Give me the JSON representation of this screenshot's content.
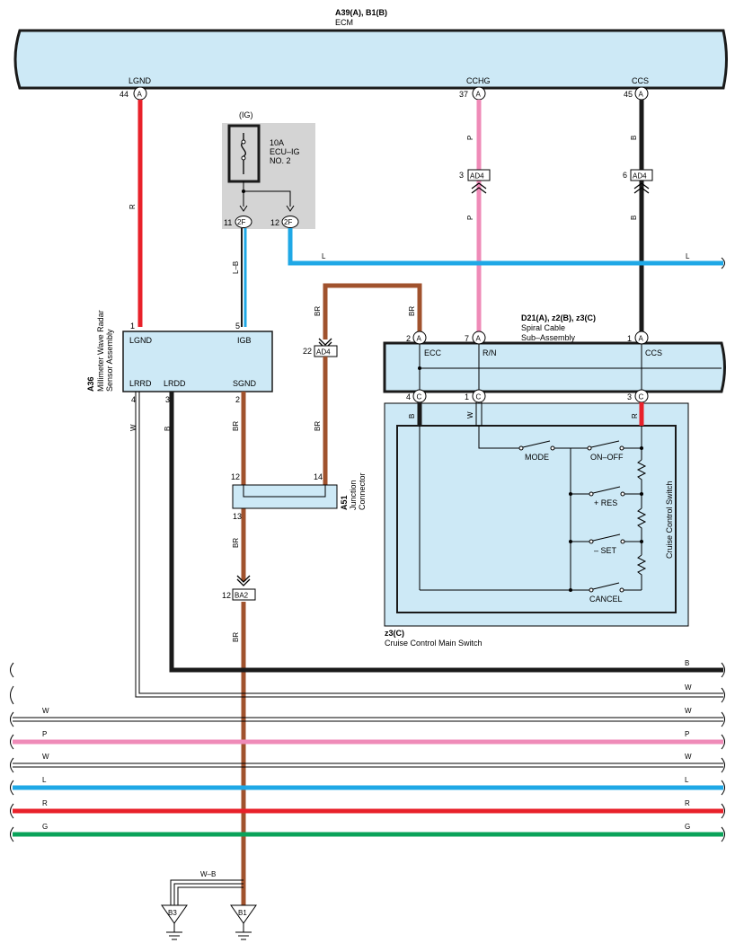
{
  "colors": {
    "ecm_fill": "#cde9f6",
    "box_fill": "#cde9f6",
    "fuse_fill": "#d4d4d4",
    "red": "#e8212a",
    "pink": "#ef8bb8",
    "black": "#1a1a1a",
    "blue": "#1fa8e6",
    "brown": "#a0522d",
    "green": "#0aa35a",
    "white_wire": "#ffffff"
  },
  "ecm": {
    "title": "A39(A), B1(B)",
    "name": "ECM"
  },
  "ecm_pins": [
    {
      "label": "LGND",
      "num": "44",
      "conn": "A"
    },
    {
      "label": "CCHG",
      "num": "37",
      "conn": "A"
    },
    {
      "label": "CCS",
      "num": "45",
      "conn": "A"
    }
  ],
  "fuse": {
    "supply": "(IG)",
    "rating": "10A",
    "name1": "ECU–IG",
    "name2": "NO. 2",
    "pin1_num": "11",
    "pin1": "2F",
    "pin2_num": "12",
    "pin2": "2F"
  },
  "ad4_top": [
    {
      "num": "3",
      "label": "AD4"
    },
    {
      "num": "6",
      "label": "AD4"
    }
  ],
  "wire_colors": {
    "r": "R",
    "p": "P",
    "b": "B",
    "l": "L",
    "lb": "L–B",
    "br": "BR",
    "w": "W",
    "wb": "W–B",
    "g": "G"
  },
  "radar": {
    "id": "A36",
    "name1": "Millimeter Wave Radar",
    "name2": "Sensor Assembly",
    "pins": {
      "lgnd": "LGND",
      "igb": "IGB",
      "lrrd": "LRRD",
      "lrdd": "LRDD",
      "sgnd": "SGND"
    },
    "nums": {
      "lgnd": "1",
      "igb": "5",
      "lrrd": "4",
      "lrdd": "3",
      "sgnd": "2"
    }
  },
  "spiral": {
    "title": "D21(A), z2(B), z3(C)",
    "name1": "Spiral Cable",
    "name2": "Sub–Assembly",
    "pins": {
      "ecc": "ECC",
      "rn": "R/N",
      "ccs": "CCS"
    },
    "top_nums": [
      "2",
      "7",
      "1"
    ],
    "bot_nums": [
      "4",
      "1",
      "3"
    ]
  },
  "ad4_mid": {
    "num": "22",
    "label": "AD4"
  },
  "junction": {
    "id": "A51",
    "name1": "Junction",
    "name2": "Connector",
    "num_top_left": "12",
    "num_top_right": "14",
    "num_bottom": "13"
  },
  "ba2": {
    "num": "12",
    "label": "BA2"
  },
  "switch": {
    "id": "z3(C)",
    "name": "Cruise Control Main Switch",
    "side_label": "Cruise Control Switch",
    "labels": {
      "mode": "MODE",
      "onoff": "ON–OFF",
      "res": "+ RES",
      "set": "– SET",
      "cancel": "CANCEL"
    }
  },
  "grounds": {
    "b3": "B3",
    "b1": "B1"
  },
  "bus_wires": [
    {
      "label": "B"
    },
    {
      "label": "W"
    },
    {
      "label": "W"
    },
    {
      "label": "P"
    },
    {
      "label": "W"
    },
    {
      "label": "L"
    },
    {
      "label": "R"
    },
    {
      "label": "G"
    }
  ]
}
